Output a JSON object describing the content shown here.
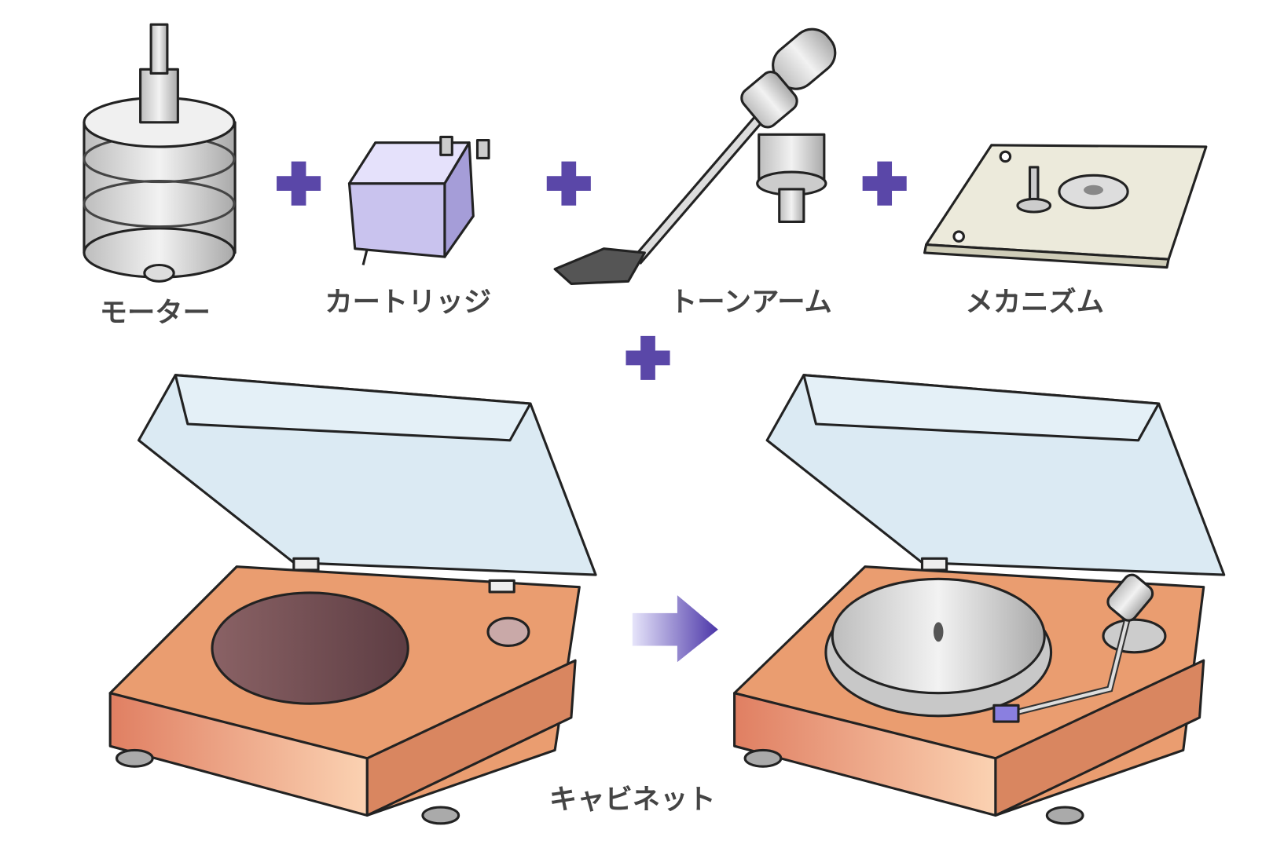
{
  "labels": {
    "motor": "モーター",
    "cartridge": "カートリッジ",
    "tonearm": "トーンアーム",
    "mechanism": "メカニズム",
    "cabinet": "キャビネット"
  },
  "colors": {
    "plus": "#5a47a8",
    "cabinet": "#e89a6c",
    "lid": "#cfe3ef",
    "cartridge": "#c9c3ee",
    "plate": "#eceadb",
    "metal": "#d8d8d8"
  }
}
